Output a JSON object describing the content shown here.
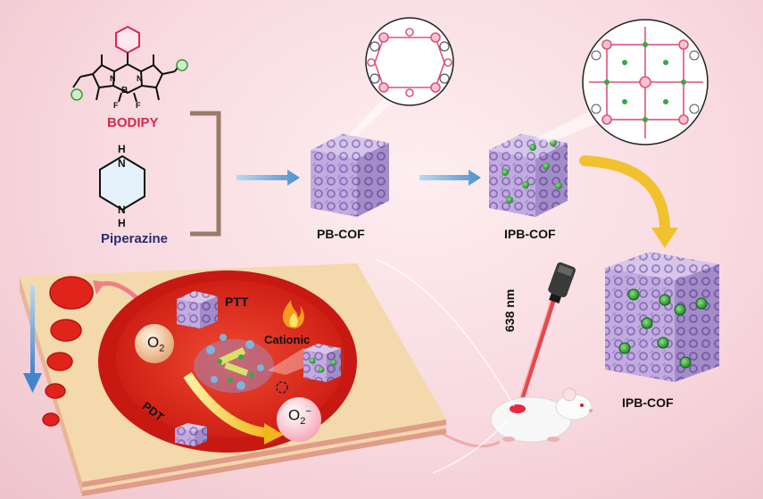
{
  "labels": {
    "bodipy": "BODIPY",
    "piperazine": "Piperazine",
    "pb_cof": "PB-COF",
    "ipb_cof_top": "IPB-COF",
    "ipb_cof_bottom": "IPB-COF",
    "ptt": "PTT",
    "cationic": "Cationic",
    "pdt": "PDT",
    "o2": "O",
    "o2_sub": "2",
    "o2_superoxide": "O",
    "o2_superoxide_sub": "2",
    "o2_superoxide_sup": "−",
    "laser": "638 nm",
    "atom_B": "B",
    "atom_N1": "N",
    "atom_N2": "N",
    "atom_F1": "F",
    "atom_F2": "F",
    "atom_H1": "H",
    "atom_H2": "H",
    "atom_Np1": "N",
    "atom_Np2": "N"
  },
  "colors": {
    "bodipy_text": "#d8284f",
    "piperazine_text": "#2c2c73",
    "arrow_blue": "#6aa6d8",
    "cof_purple": "#b49ad6",
    "wound_red": "#e0231b",
    "skin": "#f3d9ab",
    "curve_yellow": "#f2c12e",
    "bracket": "#9b7a68"
  }
}
